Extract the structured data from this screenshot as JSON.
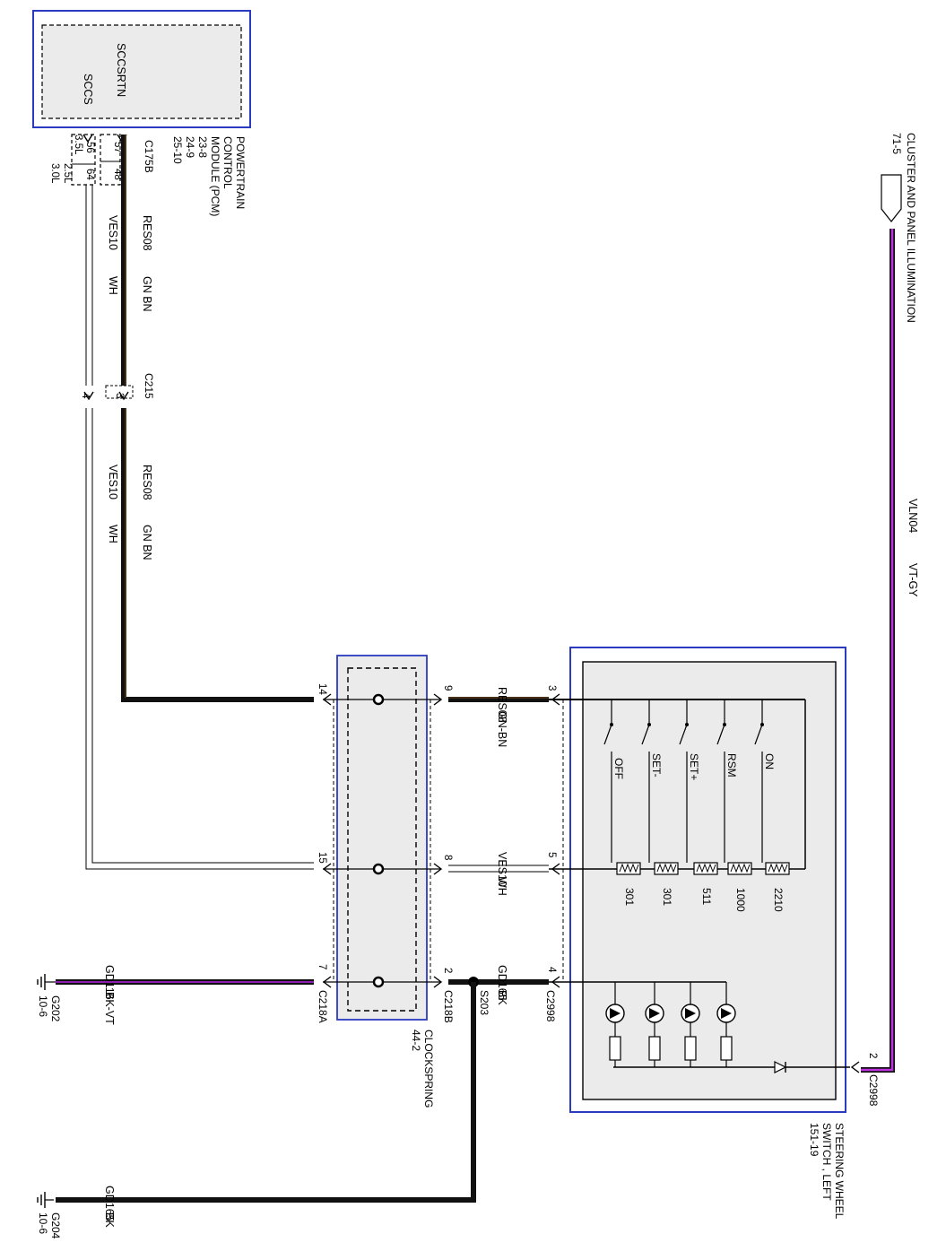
{
  "pcm": {
    "pins": [
      "SCCS",
      "SCCSRTN"
    ],
    "title": [
      "POWERTRAIN",
      "CONTROL",
      "MODULE (PCM)"
    ],
    "refs": [
      "23-8",
      "24-9",
      "25-10"
    ],
    "connector": "C175B",
    "pin_rtn": "57",
    "pin_rtn_alt": "48",
    "pin_sccs_35": "56",
    "pin_sccs_25": "64",
    "engine_35": "3.5L",
    "engine_25": "2.5L",
    "engine_30": "3.0L"
  },
  "cluster": {
    "title": "CLUSTER AND PANEL ILLUMINATION",
    "ref": "71-5"
  },
  "wires": {
    "res08": "RES08",
    "gn_bn_spaced": "GN BN",
    "gn_bn": "GN-BN",
    "ves10": "VES10",
    "wh": "WH",
    "vln04": "VLN04",
    "vt_gy": "VT-GY",
    "gd116": "GD116",
    "bk_vt": "BK-VT",
    "gd165": "GD165",
    "bk": "BK"
  },
  "c215": {
    "name": "C215",
    "pin_a": "3",
    "pin_b": "4"
  },
  "clockspring": {
    "title": "CLOCKSPRING",
    "ref": "44-2",
    "c218a": "C218A",
    "c218b": "C218B",
    "pins_a": [
      "14",
      "15",
      "7"
    ],
    "pins_b": [
      "9",
      "8",
      "2"
    ]
  },
  "switch": {
    "title": [
      "STEERING WHEEL",
      "SWITCH , LEFT",
      "151-19"
    ],
    "connector": "C2998",
    "pins": [
      "3",
      "5",
      "4",
      "2"
    ],
    "contacts": [
      "OFF",
      "SET-",
      "SET+",
      "RSM",
      "ON"
    ],
    "resistors": [
      "301",
      "301",
      "511",
      "1000",
      "2210"
    ]
  },
  "splice": "S203",
  "ground_g202": {
    "name": "G202",
    "ref": "10-6"
  },
  "ground_g204": {
    "name": "G204",
    "ref": "10-6"
  },
  "colors": {
    "module_border": "#2b3bbf",
    "module_fill": "#ebebeb",
    "wire_dark": "#111111",
    "wire_violet": "#a020c8",
    "wire_purple": "#8a1f8a"
  }
}
